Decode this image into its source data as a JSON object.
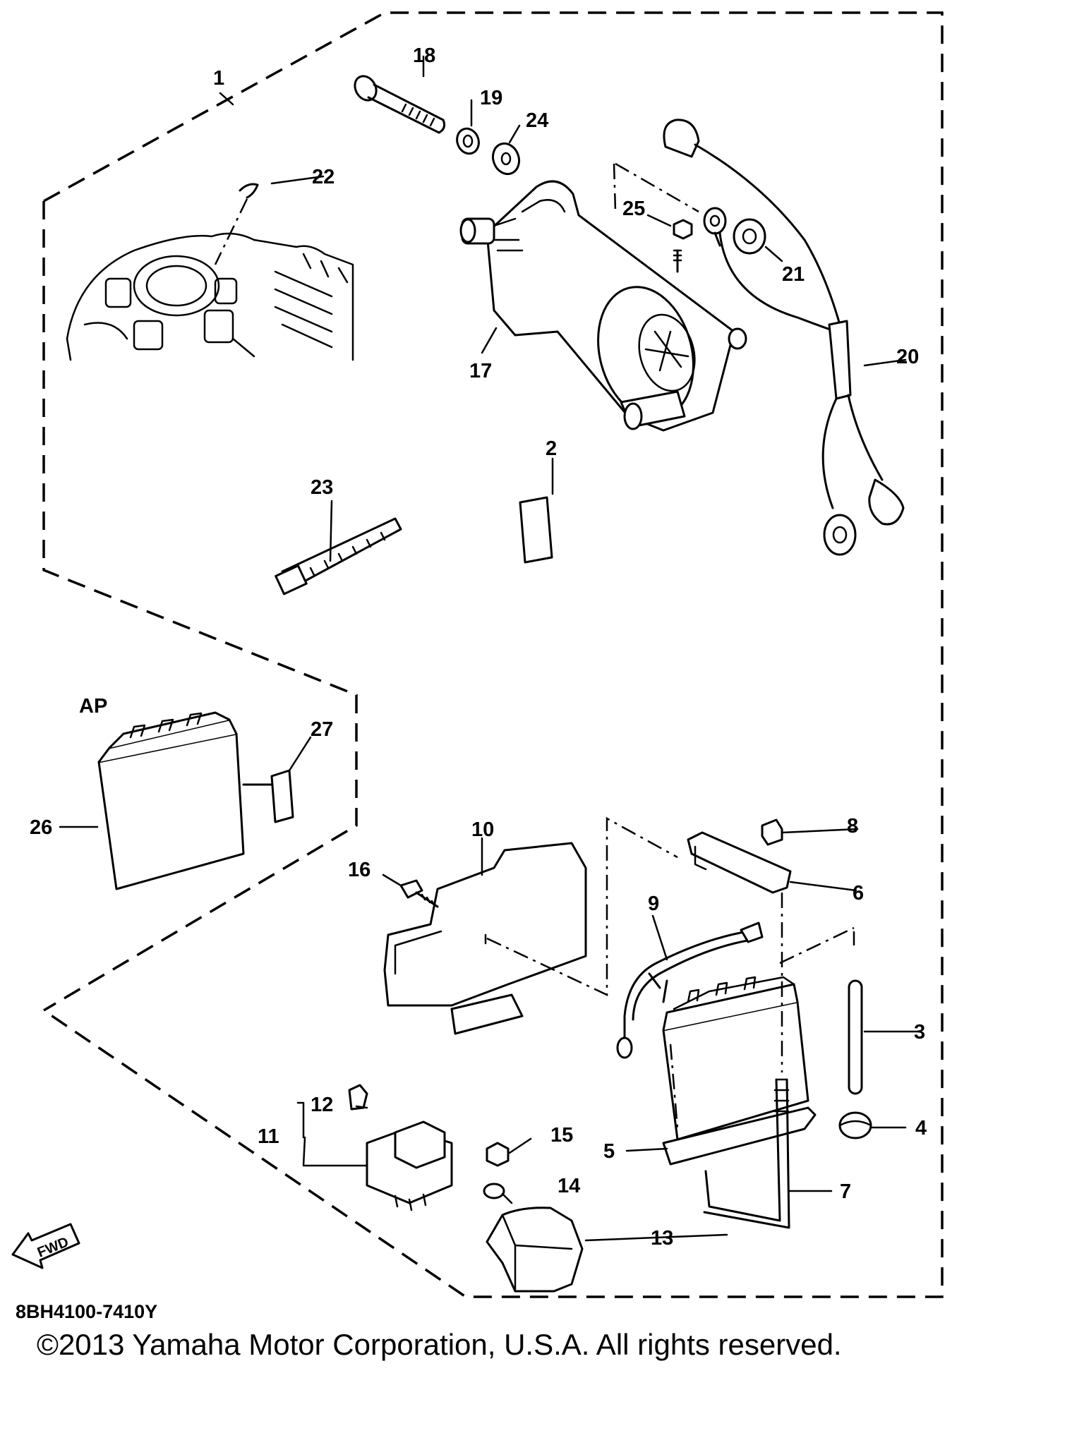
{
  "diagram": {
    "callouts": {
      "p1": "1",
      "p2": "2",
      "p3": "3",
      "p4": "4",
      "p5": "5",
      "p6": "6",
      "p7": "7",
      "p8": "8",
      "p9": "9",
      "p10": "10",
      "p11": "11",
      "p12": "12",
      "p13": "13",
      "p14": "14",
      "p15": "15",
      "p16": "16",
      "p17": "17",
      "p18": "18",
      "p19": "19",
      "p20": "20",
      "p21": "21",
      "p22": "22",
      "p23": "23",
      "p24": "24",
      "p25": "25",
      "p26": "26",
      "p27": "27"
    },
    "ap_label": "AP",
    "fwd_label": "FWD",
    "drawing_code": "8BH4100-7410Y"
  },
  "footer": {
    "copyright": "©2013 Yamaha Motor Corporation, U.S.A. All rights reserved."
  }
}
